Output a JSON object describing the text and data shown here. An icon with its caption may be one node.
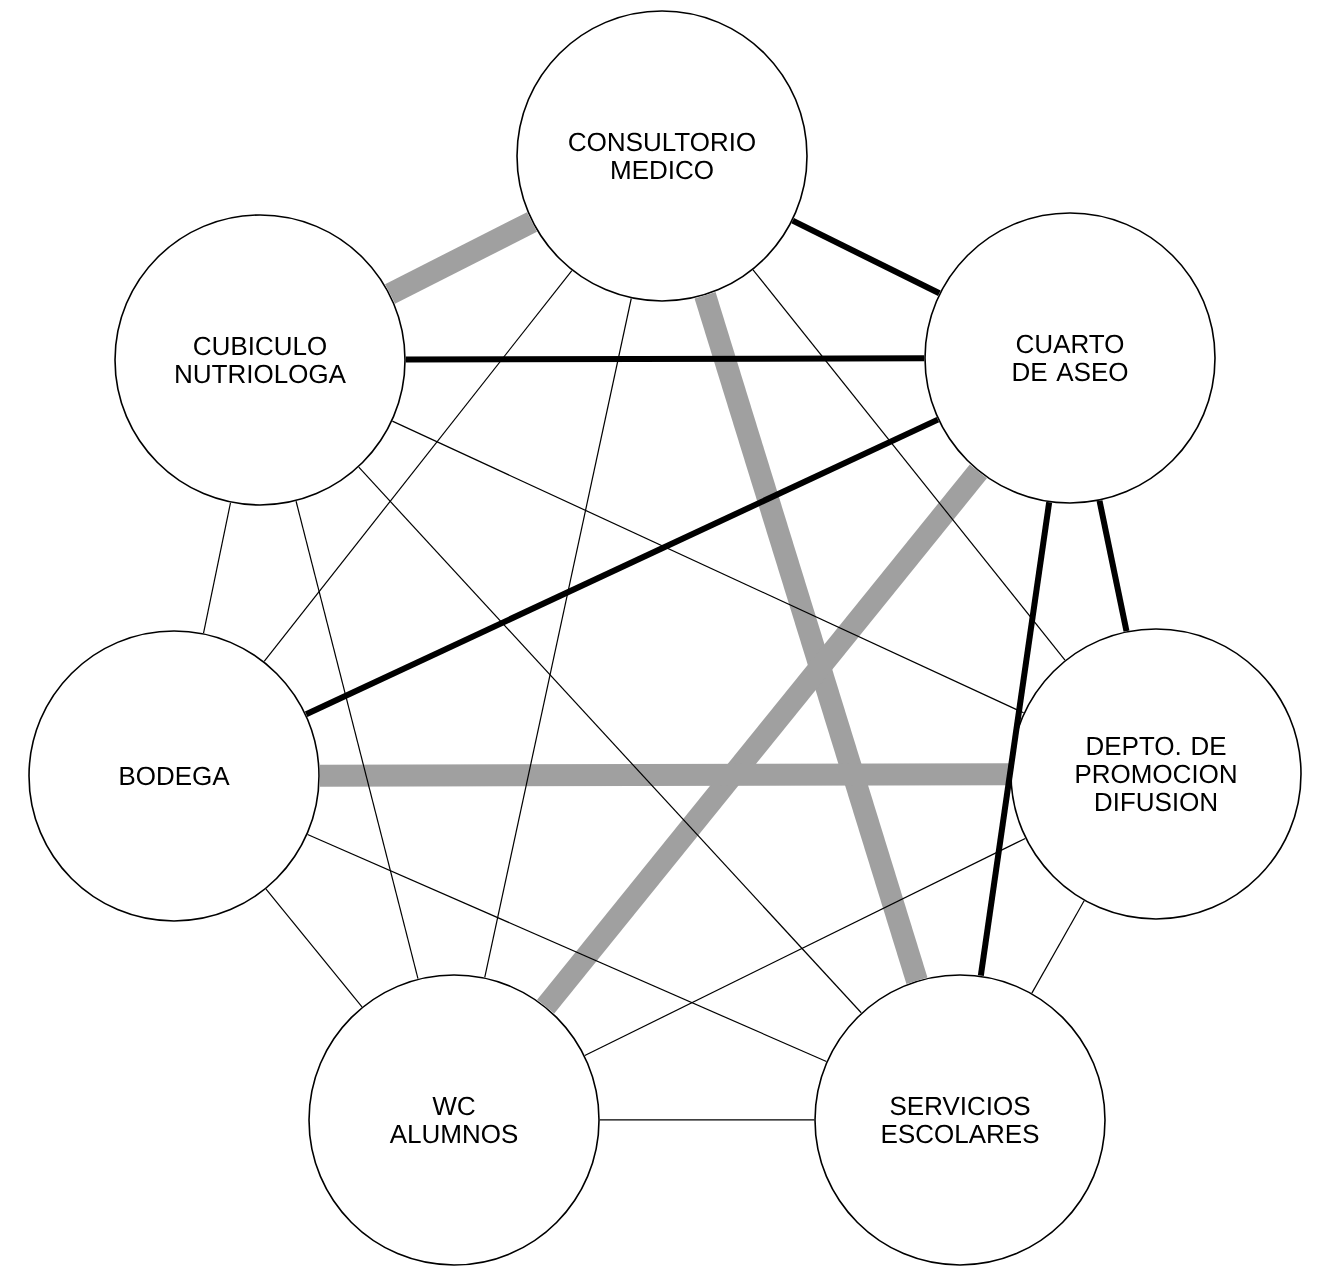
{
  "diagram": {
    "nodes": [
      {
        "text": [
          "CONSULTORIO MEDICO"
        ]
      },
      {
        "text": [
          "CUBICULO NUTRIOLOGA"
        ]
      },
      {
        "text": [
          "CUARTO DE ASEO"
        ]
      },
      {
        "text": [
          "BODEGA"
        ]
      },
      {
        "text": [
          "DEPTO. DE PROMOCION DIFUSION"
        ]
      },
      {
        "text": [
          "WC ALUMNOS"
        ]
      },
      {
        "text": [
          "SERVICIOS ESCOLARES"
        ]
      }
    ],
    "edges": [
      {
        "from": 0,
        "to": 1,
        "arrow": "none",
        "style": "thick",
        "color": "#a0a0a0"
      },
      {
        "from": 0,
        "to": 6,
        "arrow": "none",
        "style": "thick",
        "color": "#a0a0a0"
      },
      {
        "from": 2,
        "to": 5,
        "arrow": "none",
        "style": "thick",
        "color": "#a0a0a0"
      },
      {
        "from": 3,
        "to": 4,
        "arrow": "none",
        "style": "thick",
        "color": "#a0a0a0"
      },
      {
        "from": 0,
        "to": 2,
        "arrow": "none",
        "style": "thick"
      },
      {
        "from": 1,
        "to": 2,
        "arrow": "none",
        "style": "thick"
      },
      {
        "from": 2,
        "to": 3,
        "arrow": "none",
        "style": "thick"
      },
      {
        "from": 2,
        "to": 4,
        "arrow": "none",
        "style": "thick"
      },
      {
        "from": 2,
        "to": 6,
        "arrow": "none",
        "style": "thick"
      },
      {
        "from": 0,
        "to": 3,
        "arrow": "none"
      },
      {
        "from": 0,
        "to": 4,
        "arrow": "none"
      },
      {
        "from": 0,
        "to": 5,
        "arrow": "none"
      },
      {
        "from": 1,
        "to": 3,
        "arrow": "none"
      },
      {
        "from": 1,
        "to": 4,
        "arrow": "none"
      },
      {
        "from": 1,
        "to": 5,
        "arrow": "none"
      },
      {
        "from": 1,
        "to": 6,
        "arrow": "none"
      },
      {
        "from": 3,
        "to": 5,
        "arrow": "none"
      },
      {
        "from": 3,
        "to": 6,
        "arrow": "none"
      },
      {
        "from": 4,
        "to": 5,
        "arrow": "none"
      },
      {
        "from": 4,
        "to": 6,
        "arrow": "none"
      },
      {
        "from": 5,
        "to": 6,
        "arrow": "none"
      }
    ]
  }
}
